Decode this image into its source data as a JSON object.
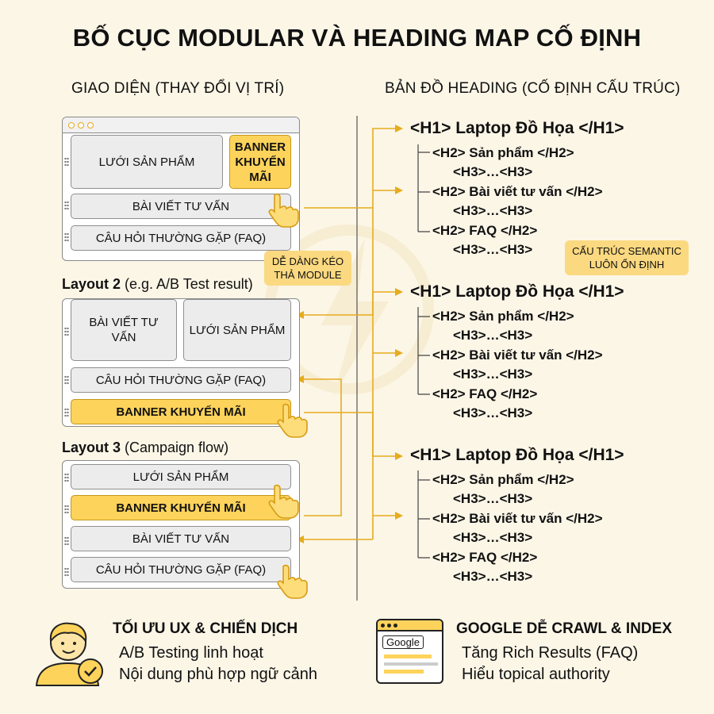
{
  "title": "BỐ CỤC MODULAR VÀ HEADING MAP CỐ ĐỊNH",
  "left_header": "GIAO DIỆN (THAY ĐỔI VỊ TRÍ)",
  "right_header": "BẢN ĐỒ HEADING (CỐ ĐỊNH CẤU TRÚC)",
  "layout1": {
    "modules": [
      "LƯỚI SẢN PHẨM",
      "BANNER KHUYẾN MÃI",
      "BÀI VIẾT TƯ VẤN",
      "CÂU HỎI THƯỜNG GẶP (FAQ)"
    ]
  },
  "layout2": {
    "label_bold": "Layout 2",
    "label_rest": " (e.g. A/B Test result)",
    "modules": [
      "BÀI VIẾT TƯ VẤN",
      "LƯỚI SẢN PHẨM",
      "CÂU HỎI THƯỜNG GẶP (FAQ)",
      "BANNER KHUYẾN MÃI"
    ]
  },
  "layout3": {
    "label_bold": "Layout 3",
    "label_rest": " (Campaign flow)",
    "modules": [
      "LƯỚI SẢN PHẨM",
      "BANNER KHUYẾN MÃI",
      "BÀI VIẾT TƯ VẤN",
      "CÂU HỎI THƯỜNG GẶP (FAQ)"
    ]
  },
  "notes": {
    "drag": "DỄ DÀNG KÉO THẢ MODULE",
    "semantic": "CẤU TRÚC SEMANTIC LUÔN ỔN ĐỊNH"
  },
  "heading_map": {
    "h1": "<H1> Laptop Đồ Họa </H1>",
    "h2": [
      "<H2> Sản phẩm </H2>",
      "<H2> Bài viết tư vấn </H2>",
      "<H2> FAQ </H2>"
    ],
    "h3": "<H3>…<H3>"
  },
  "footer": {
    "ux_title": "TỐI ƯU UX & CHIẾN DỊCH",
    "ux_lines": [
      "A/B Testing linh hoạt",
      "Nội dung phù hợp ngữ cảnh"
    ],
    "google_title": "GOOGLE DỄ CRAWL & INDEX",
    "google_lines": [
      "Tăng Rich Results (FAQ)",
      "Hiểu topical authority"
    ],
    "google_logo": "Google"
  },
  "colors": {
    "accent": "#fdd35b",
    "connector": "#e6ac1e",
    "background": "#fcf6e7",
    "module": "#ececec"
  }
}
